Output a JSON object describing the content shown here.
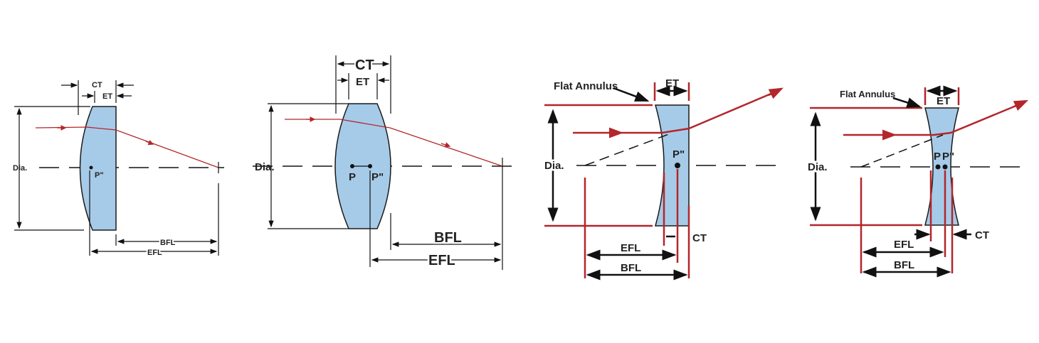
{
  "diagrams": [
    {
      "name": "plano-convex",
      "labels": {
        "ct": "CT",
        "et": "ET",
        "dia": "Dia.",
        "p2": "P\"",
        "bfl": "BFL",
        "efl": "EFL"
      }
    },
    {
      "name": "bi-convex",
      "labels": {
        "ct": "CT",
        "et": "ET",
        "dia": "Dia.",
        "p": "P",
        "p2": "P\"",
        "bfl": "BFL",
        "efl": "EFL"
      }
    },
    {
      "name": "plano-concave",
      "labels": {
        "annulus": "Flat Annulus",
        "et": "ET",
        "dia": "Dia.",
        "p2": "P\"",
        "ct": "CT",
        "efl": "EFL",
        "bfl": "BFL"
      }
    },
    {
      "name": "bi-concave",
      "labels": {
        "annulus": "Flat Annulus",
        "et": "ET",
        "dia": "Dia.",
        "p": "P",
        "p2": "P\"",
        "ct": "CT",
        "efl": "EFL",
        "bfl": "BFL"
      }
    }
  ],
  "colors": {
    "lens": "#a6cbe8",
    "ray": "#b3262b"
  }
}
